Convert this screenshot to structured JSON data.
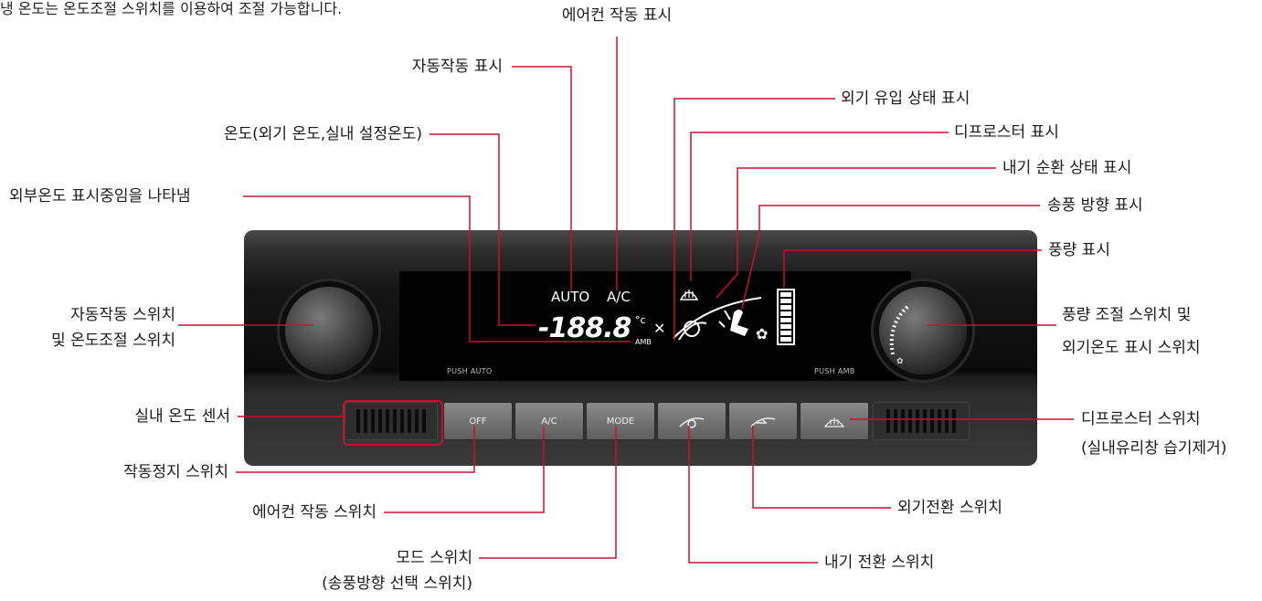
{
  "intro_text": "냉 온도는 온도조절 스위치를 이용하여 조절 가능합니다.",
  "display": {
    "auto": "AUTO",
    "ac": "A/C",
    "temp": "-188.8",
    "unit": "°c",
    "amb": "AMB"
  },
  "knobs": {
    "left_caption": "PUSH AUTO",
    "right_caption": "PUSH AMB"
  },
  "buttons": {
    "off": "OFF",
    "ac": "A/C",
    "mode": "MODE"
  },
  "labels": {
    "ac_indicator": "에어컨 작동 표시",
    "auto_indicator": "자동작동 표시",
    "temperature": "온도(외기 온도,실내 설정온도)",
    "outside_temp_indicator": "외부온도 표시중임을 나타냄",
    "auto_switch_line1": "자동작동 스위치",
    "auto_switch_line2": "및 온도조절 스위치",
    "cabin_sensor": "실내 온도 센서",
    "off_switch": "작동정지 스위치",
    "ac_switch": "에어컨 작동 스위치",
    "mode_switch_line1": "모드 스위치",
    "mode_switch_line2": "(송풍방향 선택 스위치)",
    "fresh_air_indicator": "외기 유입 상태 표시",
    "defrost_indicator": "디프로스터 표시",
    "recirc_indicator": "내기 순환 상태 표시",
    "airflow_indicator": "송풍 방향 표시",
    "fan_indicator": "풍량 표시",
    "fan_switch_line1": "풍량 조절 스위치 및",
    "fan_switch_line2": "외기온도 표시 스위치",
    "defrost_switch_line1": "디프로스터 스위치",
    "defrost_switch_line2": "(실내유리창 습기제거)",
    "fresh_switch": "외기전환 스위치",
    "recirc_switch": "내기 전환 스위치"
  },
  "colors": {
    "leader": "#c8102e",
    "panel": "#111111",
    "lcd": "#ffffff"
  },
  "icons": [
    "snowflake-icon",
    "defrost-icon",
    "recirc-icon",
    "fresh-air-icon",
    "seat-airflow-icon",
    "fan-icon",
    "fan-bars-icon"
  ]
}
